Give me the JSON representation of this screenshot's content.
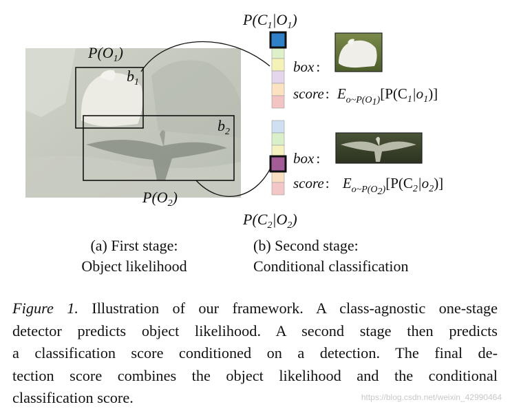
{
  "figure": {
    "labels": {
      "p_c1_o1": "P(C",
      "p_c1_o1_sub_c": "1",
      "p_c1_o1_mid": "|O",
      "p_c1_o1_sub_o": "1",
      "p_c1_o1_end": ")",
      "p_o1": "P(O",
      "p_o1_sub": "1",
      "p_o1_end": ")",
      "b1": "b",
      "b1_sub": "1",
      "b2": "b",
      "b2_sub": "2",
      "p_o2": "P(O",
      "p_o2_sub": "2",
      "p_o2_end": ")",
      "p_c2_o2": "P(C",
      "p_c2_o2_sub_c": "2",
      "p_c2_o2_mid": "|O",
      "p_c2_o2_sub_o": "2",
      "p_c2_o2_end": ")"
    },
    "stage2_rows": [
      {
        "box_label": "box",
        "box_colon": ":",
        "score_label": "score",
        "score_colon": ":",
        "expectation": "E",
        "expectation_sub": "o~P(O",
        "expectation_sub_idx": "1",
        "expectation_sub_end": ")",
        "expectation_body": "[P(C",
        "expectation_body_sub": "1",
        "expectation_body_mid": "|o",
        "expectation_body_sub2": "1",
        "expectation_body_end": ")]"
      },
      {
        "box_label": "box",
        "box_colon": ":",
        "score_label": "score",
        "score_colon": ":",
        "expectation": "E",
        "expectation_sub": "o~P(O",
        "expectation_sub_idx": "2",
        "expectation_sub_end": ")",
        "expectation_body": "[P(C",
        "expectation_body_sub": "2",
        "expectation_body_mid": "|o",
        "expectation_body_sub2": "2",
        "expectation_body_end": ")]"
      }
    ],
    "class_colors": [
      "#2f80c8",
      "#ddf0c8",
      "#f5f2b8",
      "#e4d6ec",
      "#fbe3c2",
      "#f2c4c4",
      "#cfe0f2",
      "#d9efc9",
      "#f6f2c0",
      "#a25c98",
      "#f9dfc2",
      "#f3c7c7"
    ],
    "highlight_colors": {
      "top": "#2f80c8",
      "bottom": "#a25c98"
    },
    "stage_captions": {
      "first_line1": "(a) First stage:",
      "first_line2": "Object likelihood",
      "second_line1": "(b) Second stage:",
      "second_line2": "Conditional classification"
    }
  },
  "caption": {
    "figure_label": "Figure 1.",
    "lines": [
      " Illustration of our framework. A class-agnostic one-stage",
      "detector predicts object likelihood. A second stage then predicts",
      "a classification score conditioned on a detection.  The final de-",
      "tection score combines the object likelihood and the conditional",
      "classification score."
    ]
  },
  "watermark": "https://blog.csdn.net/weixin_42990464"
}
